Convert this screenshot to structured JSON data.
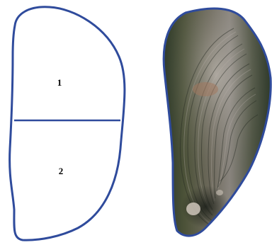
{
  "diagram": {
    "outline_color": "#2f4b9c",
    "regions": [
      {
        "label": "1"
      },
      {
        "label": "2"
      }
    ]
  },
  "photo": {
    "subject": "mussel shell",
    "outline_color": "#2f4b9c"
  }
}
